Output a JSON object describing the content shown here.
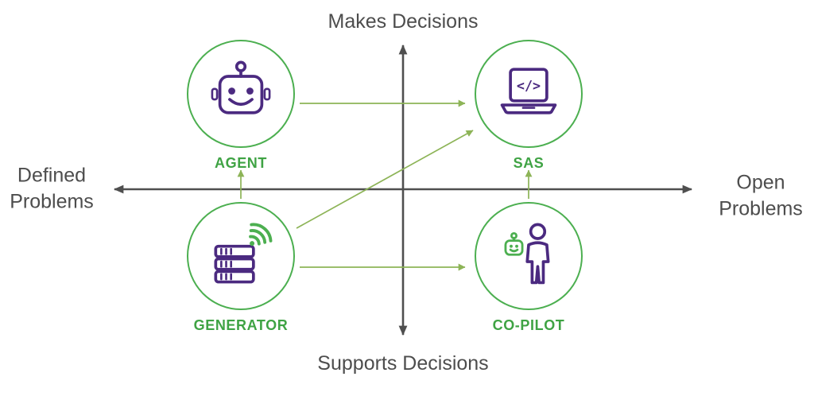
{
  "colors": {
    "circle_green": "#4caf50",
    "label_green": "#3fa344",
    "arrow_green": "#8db457",
    "purple": "#4b2a80",
    "axis_gray": "#4f4f4f",
    "text_gray": "#4d4d4d",
    "background": "#ffffff"
  },
  "axes": {
    "top": "Makes Decisions",
    "bottom": "Supports Decisions",
    "left": "Defined\nProblems",
    "right": "Open\nProblems"
  },
  "nodes": [
    {
      "id": "agent",
      "label": "AGENT",
      "icon": "robot-icon",
      "quadrant": "top-left"
    },
    {
      "id": "sas",
      "label": "SAS",
      "icon": "laptop-code-icon",
      "quadrant": "top-right"
    },
    {
      "id": "generator",
      "label": "GENERATOR",
      "icon": "server-wifi-icon",
      "quadrant": "bottom-left"
    },
    {
      "id": "co-pilot",
      "label": "CO-PILOT",
      "icon": "person-robot-icon",
      "quadrant": "bottom-right"
    }
  ],
  "icons": {
    "laptop_code_glyph": "&lt;/&gt;"
  },
  "laptop_code_text": "</>",
  "arrows": [
    {
      "from": "AGENT",
      "to": "SAS"
    },
    {
      "from": "GENERATOR",
      "to": "CO-PILOT"
    },
    {
      "from": "GENERATOR",
      "to": "AGENT"
    },
    {
      "from": "CO-PILOT",
      "to": "SAS"
    },
    {
      "from": "GENERATOR",
      "to": "SAS"
    }
  ]
}
